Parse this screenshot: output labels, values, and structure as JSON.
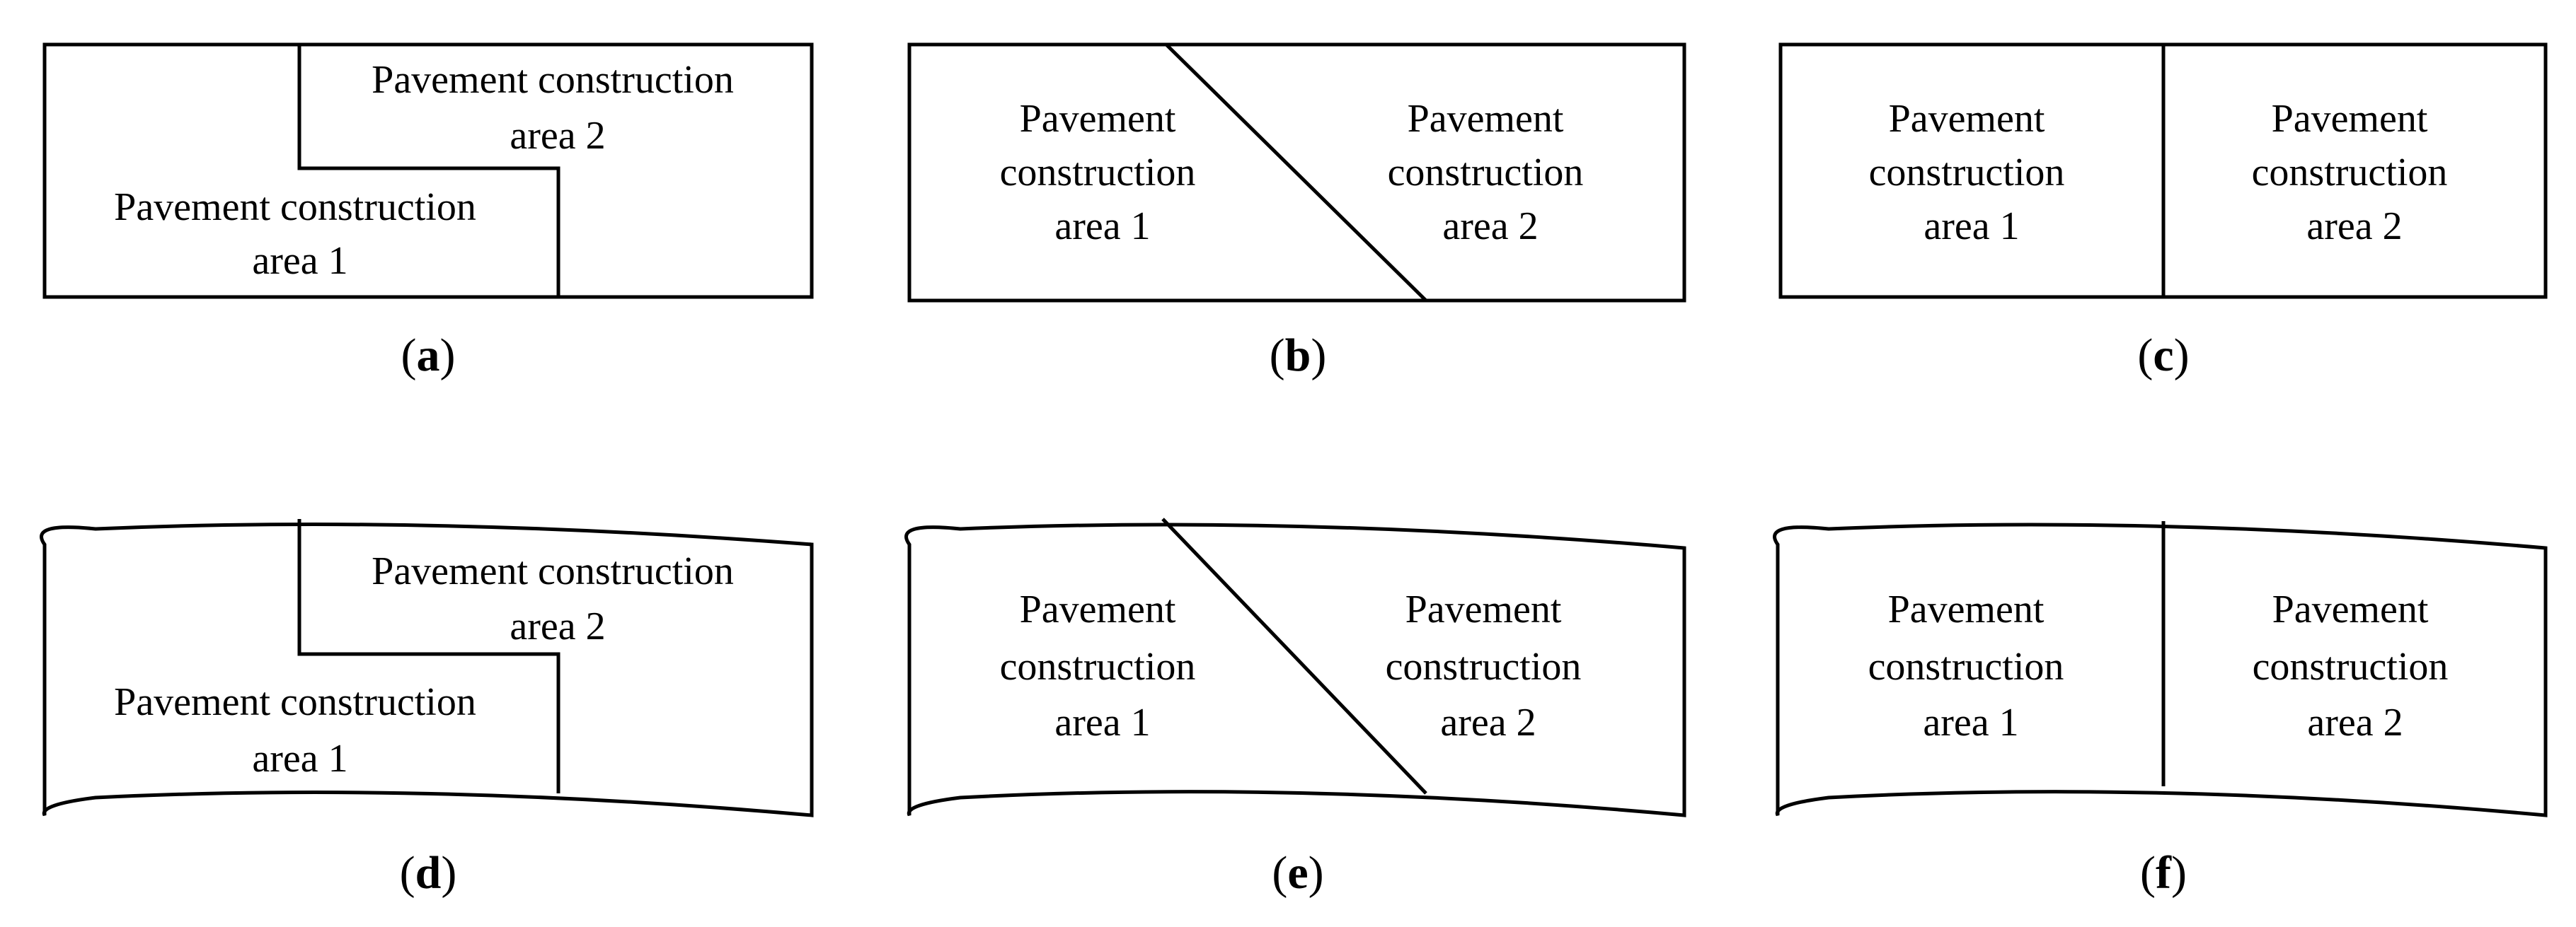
{
  "panels": [
    {
      "id": "a",
      "caption_letter": "a",
      "area1_lines": [
        "Pavement construction",
        "area 1"
      ],
      "area2_lines": [
        "Pavement construction",
        "area 2"
      ]
    },
    {
      "id": "b",
      "caption_letter": "b",
      "area1_lines": [
        "Pavement",
        "construction",
        "area 1"
      ],
      "area2_lines": [
        "Pavement",
        "construction",
        "area 2"
      ]
    },
    {
      "id": "c",
      "caption_letter": "c",
      "area1_lines": [
        "Pavement",
        "construction",
        "area 1"
      ],
      "area2_lines": [
        "Pavement",
        "construction",
        "area 2"
      ]
    },
    {
      "id": "d",
      "caption_letter": "d",
      "area1_lines": [
        "Pavement construction",
        "area 1"
      ],
      "area2_lines": [
        "Pavement construction",
        "area 2"
      ]
    },
    {
      "id": "e",
      "caption_letter": "e",
      "area1_lines": [
        "Pavement",
        "construction",
        "area 1"
      ],
      "area2_lines": [
        "Pavement",
        "construction",
        "area 2"
      ]
    },
    {
      "id": "f",
      "caption_letter": "f",
      "area1_lines": [
        "Pavement",
        "construction",
        "area 1"
      ],
      "area2_lines": [
        "Pavement",
        "construction",
        "area 2"
      ]
    }
  ],
  "caption_open": "(",
  "caption_close": ")",
  "colors": {
    "stroke": "#000000",
    "background": "#ffffff",
    "text": "#000000"
  }
}
